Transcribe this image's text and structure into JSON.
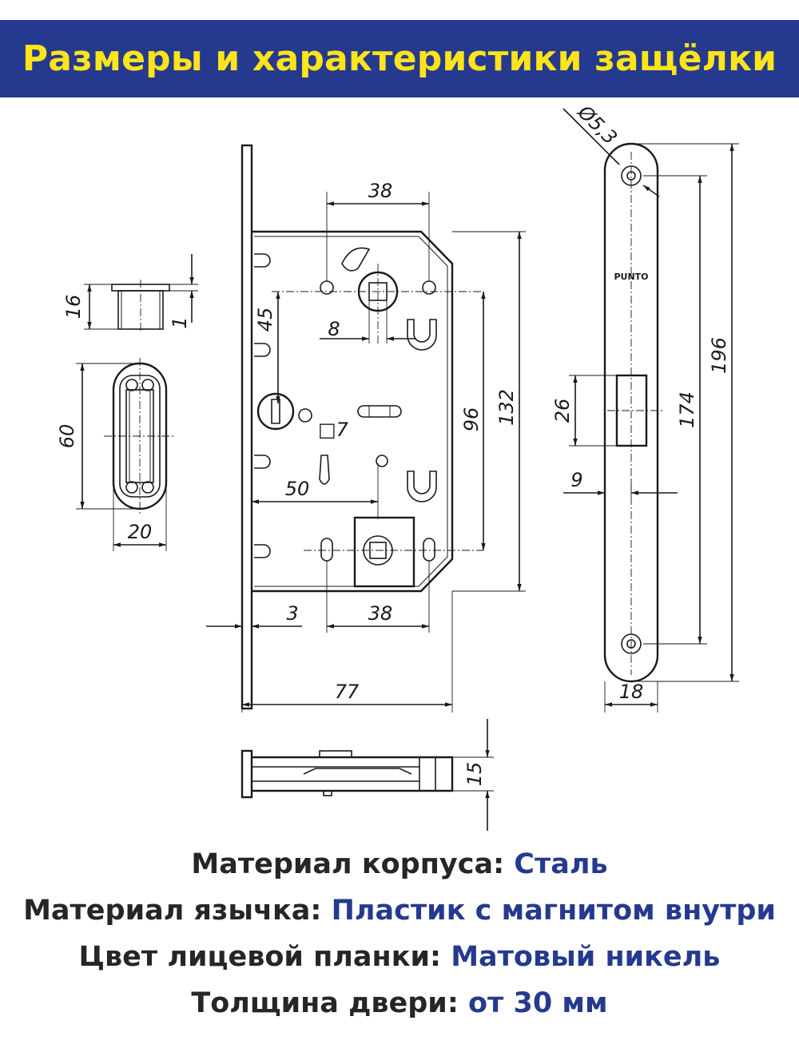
{
  "title": "Размеры и характеристики защёлки",
  "colors": {
    "banner_bg": "#253a8e",
    "banner_text": "#ffe41a",
    "label_text": "#262626",
    "value_text": "#253a8e"
  },
  "drawing": {
    "brand": "PUNTO",
    "dimensions": {
      "strike_depth": "16",
      "strike_lip": "1",
      "strike_height": "60",
      "strike_width": "20",
      "spindle_to_top_holes": "38",
      "spindle_square": "8",
      "spindle_to_privacy": "45",
      "privacy_square": "□7",
      "backset": "50",
      "face_thickness": "3",
      "bottom_hole_spacing": "38",
      "body_depth": "77",
      "hole_spacing": "96",
      "body_height": "132",
      "hole_diameter": "Ø5,3",
      "latch_height": "26",
      "latch_offset": "9",
      "faceplate_hole_spacing": "174",
      "faceplate_height": "196",
      "faceplate_width": "18",
      "body_thickness": "15"
    }
  },
  "specs": [
    {
      "label": "Материал корпуса:",
      "value": "Сталь"
    },
    {
      "label": "Материал язычка:",
      "value": "Пластик с магнитом внутри"
    },
    {
      "label": "Цвет лицевой планки:",
      "value": "Матовый никель"
    },
    {
      "label": "Толщина двери:",
      "value": "от 30 мм"
    }
  ]
}
